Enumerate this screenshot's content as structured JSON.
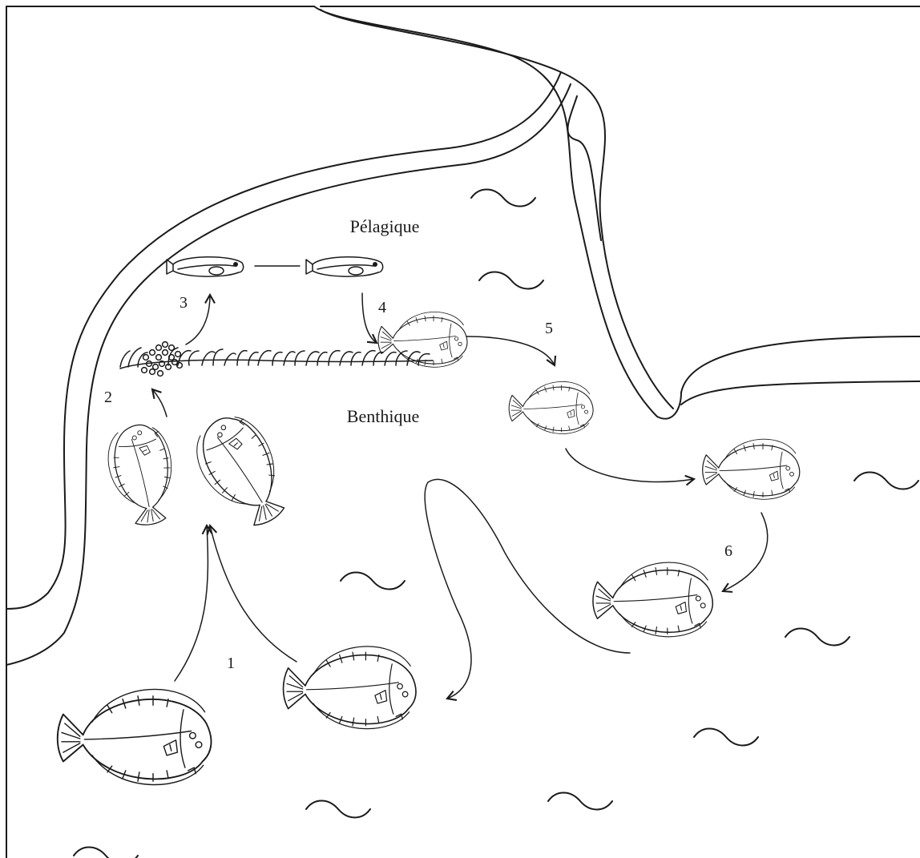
{
  "labels": {
    "pelagic": "Pélagique",
    "benthic": "Benthique"
  },
  "stages": {
    "s1": "1",
    "s2": "2",
    "s3": "3",
    "s4": "4",
    "s5": "5",
    "s6": "6"
  },
  "colors": {
    "ink": "#1a1a1a",
    "background": "#ffffff"
  }
}
